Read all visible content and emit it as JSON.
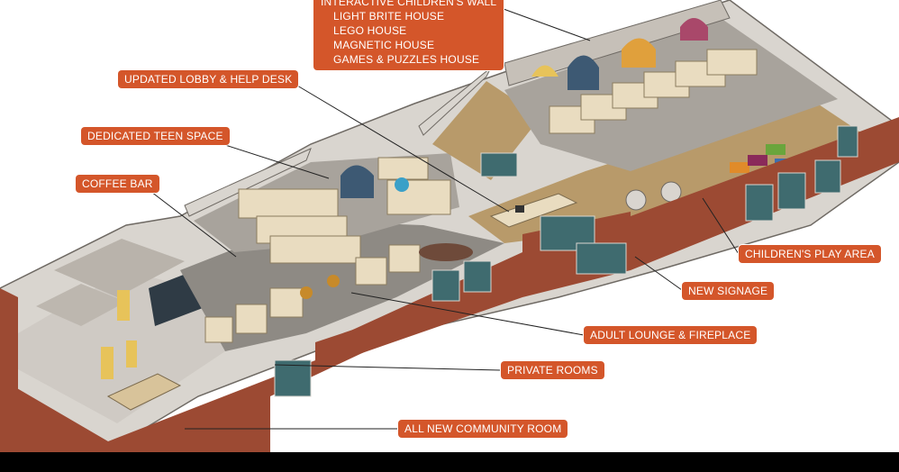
{
  "diagram": {
    "labels": {
      "interactive_wall": "INTERACTIVE CHILDREN'S WALL",
      "light_brite": "LIGHT BRITE HOUSE",
      "lego": "LEGO HOUSE",
      "magnetic": "MAGNETIC HOUSE",
      "games_puzzles": "GAMES & PUZZLES HOUSE",
      "lobby": "UPDATED LOBBY & HELP DESK",
      "teen": "DEDICATED TEEN SPACE",
      "coffee": "COFFEE BAR",
      "play_area": "CHILDREN'S PLAY AREA",
      "signage": "NEW SIGNAGE",
      "lounge": "ADULT LOUNGE & FIREPLACE",
      "private_rooms": "PRIVATE ROOMS",
      "community_room": "ALL NEW COMMUNITY ROOM"
    },
    "colors": {
      "label_bg": "#d4562a",
      "brick": "#9c4a33",
      "floor_wood": "#b89a6a",
      "floor_gray": "#8e8a84",
      "shelf": "#e9dcc0",
      "wall_top": "#d9d5cf"
    }
  }
}
